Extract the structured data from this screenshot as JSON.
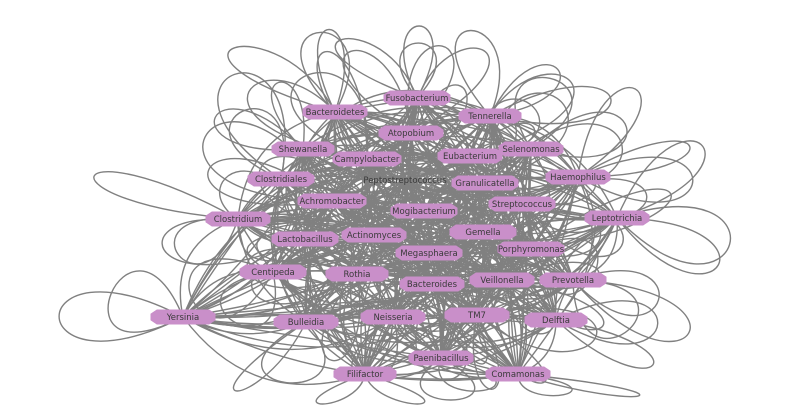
{
  "colors": {
    "background": "#ffffff",
    "edge": "#808080",
    "node_fill": "#c98fc9",
    "label": "#3a3a3a"
  },
  "nodes": [
    {
      "id": "fusobacterium",
      "label": "Fusobacterium"
    },
    {
      "id": "bacteroidetes",
      "label": "Bacteroidetes"
    },
    {
      "id": "tennerella",
      "label": "Tennerella"
    },
    {
      "id": "atopobium",
      "label": "Atopobium"
    },
    {
      "id": "shewanella",
      "label": "Shewanella"
    },
    {
      "id": "campylobacter",
      "label": "Campylobacter"
    },
    {
      "id": "eubacterium",
      "label": "Eubacterium"
    },
    {
      "id": "selenomonas",
      "label": "Selenomonas"
    },
    {
      "id": "clostridiales",
      "label": "Clostridiales"
    },
    {
      "id": "peptostreptococcus",
      "label": "Peptostreptococcus",
      "unboxed": true
    },
    {
      "id": "granulicatella",
      "label": "Granulicatella"
    },
    {
      "id": "haemophilus",
      "label": "Haemophilus"
    },
    {
      "id": "achromobacter",
      "label": "Achromobacter"
    },
    {
      "id": "streptococcus",
      "label": "Streptococcus"
    },
    {
      "id": "mogibacterium",
      "label": "Mogibacterium"
    },
    {
      "id": "clostridium",
      "label": "Clostridium"
    },
    {
      "id": "leptotrichia",
      "label": "Leptotrichia"
    },
    {
      "id": "lactobacillus",
      "label": "Lactobacillus"
    },
    {
      "id": "actinomyces",
      "label": "Actinomyces"
    },
    {
      "id": "gemella",
      "label": "Gemella"
    },
    {
      "id": "porphyromonas",
      "label": "Porphyromonas"
    },
    {
      "id": "megasphaera",
      "label": "Megasphaera"
    },
    {
      "id": "centipeda",
      "label": "Centipeda"
    },
    {
      "id": "rothia",
      "label": "Rothia"
    },
    {
      "id": "veillonella",
      "label": "Veillonella"
    },
    {
      "id": "prevotella",
      "label": "Prevotella"
    },
    {
      "id": "bacteroides",
      "label": "Bacteroides"
    },
    {
      "id": "yersinia",
      "label": "Yersinia"
    },
    {
      "id": "bulleidia",
      "label": "Bulleidia"
    },
    {
      "id": "neisseria",
      "label": "Neisseria"
    },
    {
      "id": "tm7",
      "label": "TM7"
    },
    {
      "id": "delftia",
      "label": "Delftia"
    },
    {
      "id": "paenibacillus",
      "label": "Paenibacillus"
    },
    {
      "id": "filifactor",
      "label": "Filifactor"
    },
    {
      "id": "comamonas",
      "label": "Comamonas"
    }
  ]
}
